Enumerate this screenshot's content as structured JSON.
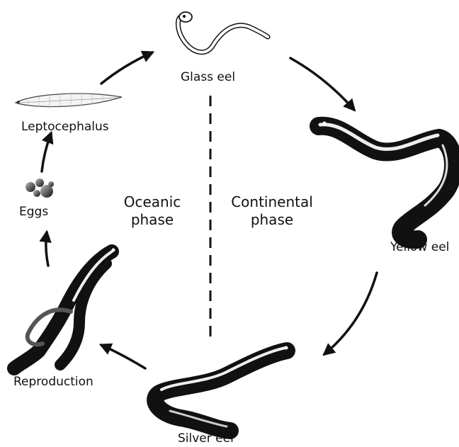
{
  "stages": {
    "glass_eel": "Glass eel",
    "yellow_eel": "Yellow eel",
    "silver_eel": "Silver eel",
    "reproduction": "Reproduction",
    "eggs": "Eggs",
    "leptocephalus": "Leptocephalus"
  },
  "phases": {
    "oceanic": {
      "line1": "Oceanic",
      "line2": "phase"
    },
    "continental": {
      "line1": "Continental",
      "line2": "phase"
    }
  },
  "colors": {
    "ink": "#111111",
    "background": "#ffffff"
  }
}
